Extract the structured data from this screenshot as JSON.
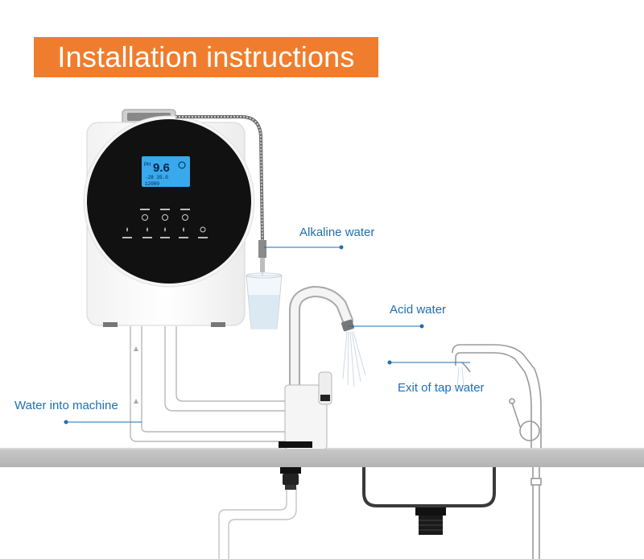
{
  "title": "Installation instructions",
  "labels": {
    "alkaline": "Alkaline water",
    "acid": "Acid water",
    "exit": "Exit of tap water",
    "inlet": "Water into machine"
  },
  "display": {
    "ph_label": "PH",
    "ph_value": "9.6",
    "row2": "-28  35.0",
    "row3": "12000"
  },
  "colors": {
    "banner": "#f07d2d",
    "label_text": "#1f6fb2",
    "leader_line": "#1f6fb2",
    "panel": "#111111",
    "lcd": "#38a9ec",
    "counter": "#bdbdbd"
  }
}
